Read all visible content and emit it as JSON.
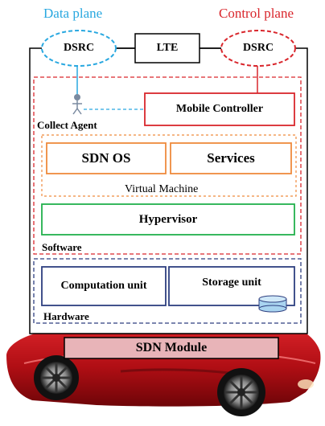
{
  "labels": {
    "data_plane": "Data plane",
    "control_plane": "Control plane",
    "dsrc_left": "DSRC",
    "lte": "LTE",
    "dsrc_right": "DSRC",
    "mobile_controller": "Mobile Controller",
    "collect_agent": "Collect Agent",
    "sdn_os": "SDN OS",
    "services": "Services",
    "virtual_machine": "Virtual Machine",
    "hypervisor": "Hypervisor",
    "software": "Software",
    "computation_unit": "Computation unit",
    "storage_unit": "Storage unit",
    "hardware": "Hardware",
    "sdn_module": "SDN Module"
  },
  "colors": {
    "data_plane": "#29a8e0",
    "control_plane": "#d9262c",
    "software_frame": "#d9262c",
    "vm_frame": "#ef8a3c",
    "hypervisor_frame": "#22b14c",
    "hardware_frame": "#2e3f7f",
    "car_body": "#c8141a",
    "sdn_module_fill": "#e8b4b8"
  }
}
